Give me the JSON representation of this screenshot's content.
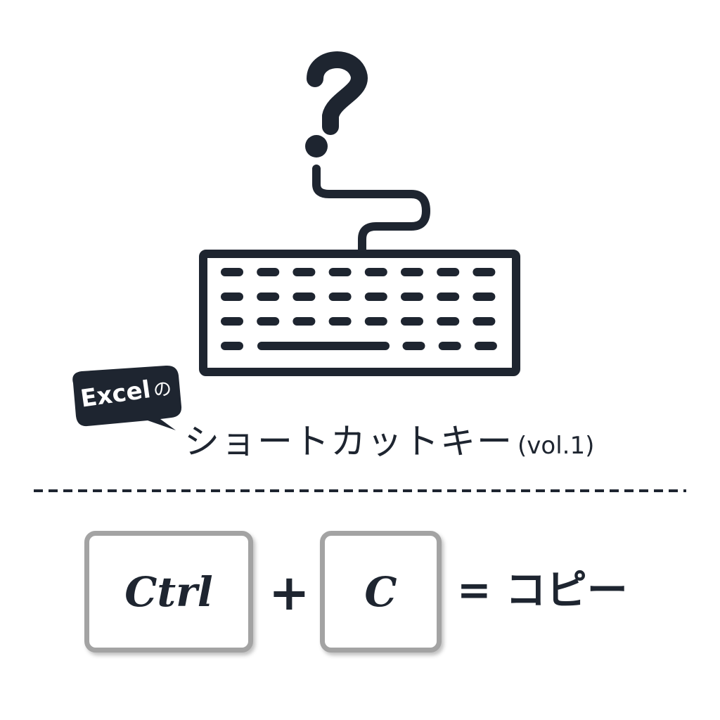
{
  "bubble": {
    "word": "Excel",
    "particle": "の"
  },
  "title": {
    "main": "ショートカットキー",
    "volume": "(vol.1)"
  },
  "shortcut": {
    "key1": "Ctrl",
    "plus": "+",
    "key2": "C",
    "result": "= コピー"
  },
  "colors": {
    "ink": "#1e2530",
    "key_border": "#a3a3a3"
  }
}
